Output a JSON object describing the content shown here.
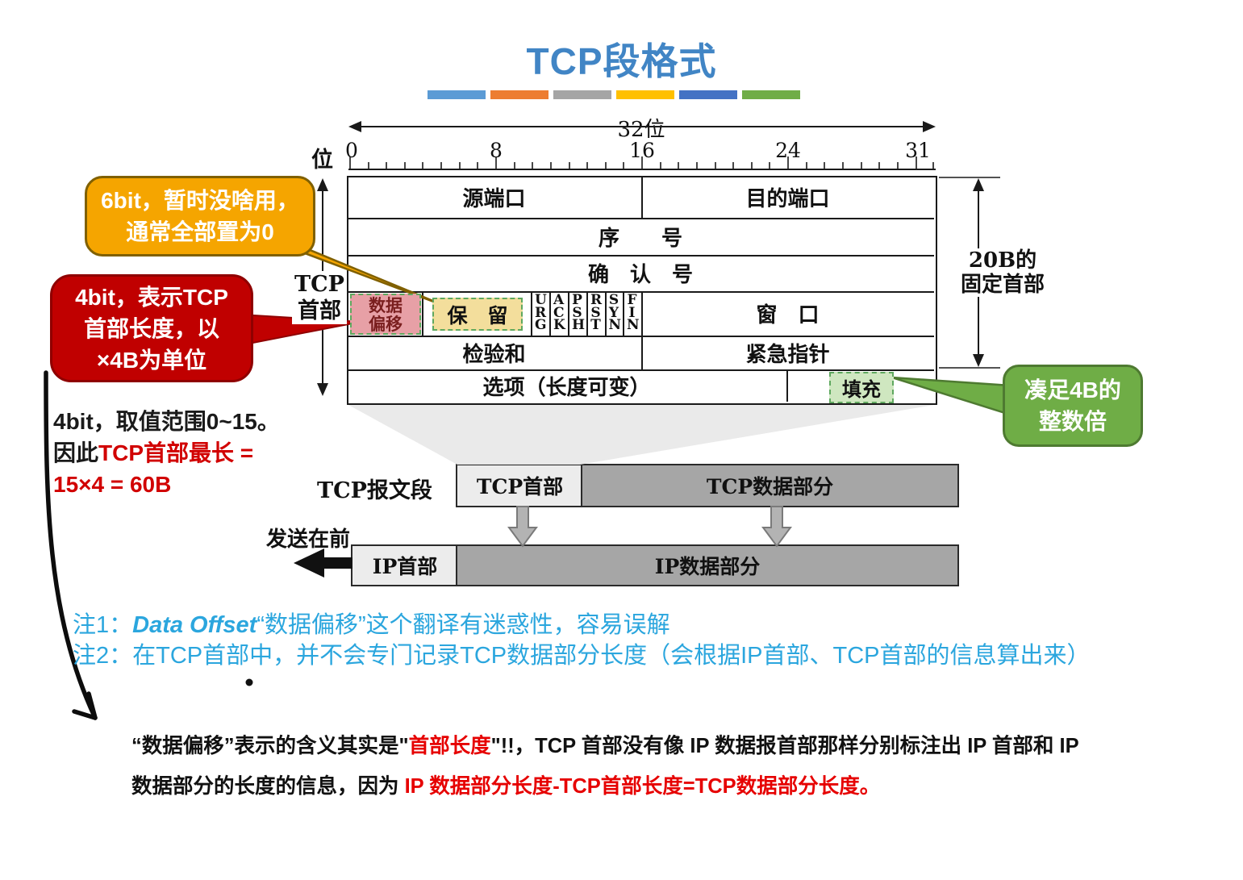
{
  "title": "TCP段格式",
  "legend": {
    "bar_styles": [
      "background:#5B9BD5",
      "background:#ED7D31",
      "background:#A5A5A5",
      "background:#FFC000",
      "background:#4472C4",
      "background:#70AD47"
    ]
  },
  "ruler": {
    "width_label": "32位",
    "bit_label": "位",
    "tick_labels": [
      "0",
      "8",
      "16",
      "24",
      "31"
    ]
  },
  "header_table": {
    "source_port": "源端口",
    "dest_port": "目的端口",
    "seq_num": "序　　号",
    "ack_num": "确　认　号",
    "data_offset": "数据\n偏移",
    "reserved": "保　留",
    "flags": [
      "URG",
      "ACK",
      "PSH",
      "RST",
      "SYN",
      "FIN"
    ],
    "window": "窗　口",
    "checksum": "检验和",
    "urgent_pointer": "紧急指针",
    "options": "选项（长度可变）",
    "padding": "填充"
  },
  "brackets": {
    "tcp_header": "TCP\n首部",
    "fixed_header": "20B的\n固定首部"
  },
  "callouts": {
    "reserved_note": "6bit，暂时没啥用，\n通常全部置为0",
    "data_offset_note": "4bit，表示TCP\n首部长度，以\n×4B为单位",
    "padding_note": "凑足4B的\n整数倍"
  },
  "side_note": {
    "line1": "4bit，取值范围0~15。",
    "line2_black": "因此",
    "line2_red": "TCP首部最长 =",
    "line3_red": "15×4 = 60B"
  },
  "segment_diagram": {
    "row1_label": "TCP报文段",
    "tcp_header": "TCP首部",
    "tcp_data": "TCP数据部分",
    "send_first_label": "发送在前",
    "ip_header": "IP首部",
    "ip_data": "IP数据部分"
  },
  "notes": {
    "note1_prefix": "注1：",
    "note1_term": "Data Offset",
    "note1_rest": "“数据偏移”这个翻译有迷惑性，容易误解",
    "note2": "注2：在TCP首部中，并不会专门记录TCP数据部分长度（会根据IP首部、TCP首部的信息算出来）"
  },
  "bottom_note": {
    "l1_a": "“数据偏移”表示的含义其实是\"",
    "l1_red": "首部长度",
    "l1_b": "\"!!，TCP 首部没有像 IP 数据报首部那样分别标注出 IP 首部和 IP",
    "l2_a": "数据部分的长度的信息，因为 ",
    "l2_red": "IP 数据部分长度-TCP首部长度=TCP数据部分长度。"
  },
  "colors": {
    "title_blue": "#4185C5",
    "note_blue": "#2BA6DE",
    "emphasis_red": "#D10000",
    "bottom_red": "#E60000",
    "callout_orange": "#F5A500",
    "callout_red": "#C00000",
    "callout_green": "#6FAD46",
    "highlight_pink": "#E7A0A6",
    "highlight_yellow": "#F3DE9C",
    "highlight_green": "#CFE7C0",
    "bar_gray": "#A6A6A6",
    "bar_light": "#ECECEC"
  }
}
